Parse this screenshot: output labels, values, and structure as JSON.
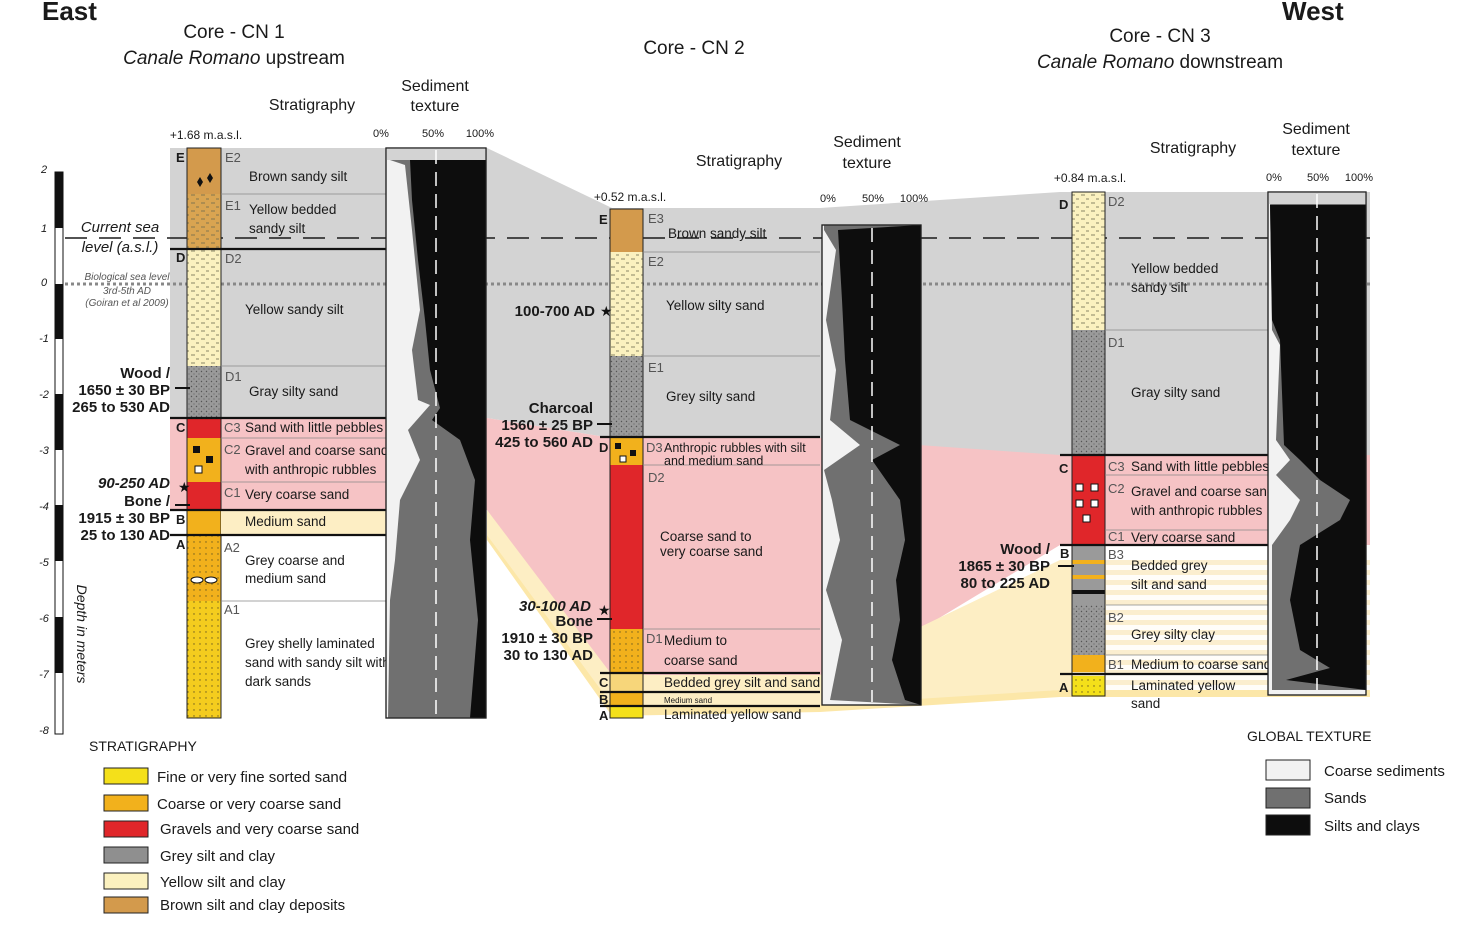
{
  "directions": {
    "east": "East",
    "west": "West"
  },
  "cores": [
    {
      "name": "Core - CN 1",
      "subtitle_italic": "Canale Romano",
      "subtitle_rest": " upstream",
      "elevation": "+1.68 m.a.s.l."
    },
    {
      "name": "Core - CN 2",
      "subtitle_italic": "",
      "subtitle_rest": "",
      "elevation": "+0.52 m.a.s.l."
    },
    {
      "name": "Core - CN 3",
      "subtitle_italic": "Canale Romano",
      "subtitle_rest": " downstream",
      "elevation": "+0.84 m.a.s.l."
    }
  ],
  "headers": {
    "stratigraphy": "Stratigraphy",
    "sediment_line1": "Sediment",
    "sediment_line2": "texture"
  },
  "percent_ticks": [
    "0%",
    "50%",
    "100%"
  ],
  "depth_axis": {
    "title": "Depth in meters",
    "ticks": [
      "2",
      "1",
      "0",
      "-1",
      "-2",
      "-3",
      "-4",
      "-5",
      "-6",
      "-7",
      "-8"
    ]
  },
  "sea_levels": {
    "current_line1": "Current sea",
    "current_line2": "level (a.s.l.)",
    "bio_line1": "Biological sea level",
    "bio_line2": "3rd-5th AD",
    "bio_line3": "(Goiran et al 2009)"
  },
  "units": {
    "E": "E",
    "D": "D",
    "C": "C",
    "B": "B",
    "A": "A"
  },
  "cn1_layers": [
    {
      "code": "E2",
      "desc": "Brown sandy silt"
    },
    {
      "code": "E1",
      "desc": "Yellow bedded",
      "desc2": "sandy silt"
    },
    {
      "code": "D2",
      "desc": "Yellow sandy silt"
    },
    {
      "code": "D1",
      "desc": "Gray silty sand"
    },
    {
      "code": "C3",
      "desc": "Sand with little pebbles"
    },
    {
      "code": "C2",
      "desc": "Gravel and coarse sand",
      "desc2": "with anthropic rubbles"
    },
    {
      "code": "C1",
      "desc": "Very coarse sand"
    },
    {
      "code": "",
      "desc": "Medium sand"
    },
    {
      "code": "A2",
      "desc": "Grey coarse and",
      "desc2": "medium sand"
    },
    {
      "code": "A1",
      "desc": "Grey shelly laminated",
      "desc2": "sand with sandy silt with",
      "desc3": "dark sands"
    }
  ],
  "cn2_layers": [
    {
      "code": "E3",
      "desc": "Brown sandy silt"
    },
    {
      "code": "E2",
      "desc": "Yellow silty sand"
    },
    {
      "code": "E1",
      "desc": "Grey silty sand"
    },
    {
      "code": "D3",
      "desc": "Anthropic rubbles with silt",
      "desc2": "and medium sand"
    },
    {
      "code": "D2",
      "desc": "Coarse sand to",
      "desc2": "very coarse sand"
    },
    {
      "code": "D1",
      "desc": "Medium to",
      "desc2": "coarse sand"
    },
    {
      "code": "",
      "desc": "Bedded grey silt and sand"
    },
    {
      "code": "",
      "desc": "Medium sand"
    },
    {
      "code": "",
      "desc": "Laminated yellow sand"
    }
  ],
  "cn3_layers": [
    {
      "code": "D2",
      "desc": "Yellow bedded",
      "desc2": "sandy silt"
    },
    {
      "code": "D1",
      "desc": "Gray silty sand"
    },
    {
      "code": "C3",
      "desc": "Sand with little pebbles"
    },
    {
      "code": "C2",
      "desc": "Gravel and coarse sand",
      "desc2": "with anthropic rubbles"
    },
    {
      "code": "C1",
      "desc": "Very coarse sand"
    },
    {
      "code": "B3",
      "desc": "Bedded grey",
      "desc2": "silt and sand"
    },
    {
      "code": "B2",
      "desc": "Grey silty clay"
    },
    {
      "code": "B1",
      "desc": "Medium to coarse sand"
    },
    {
      "code": "",
      "desc": "Laminated yellow",
      "desc2": "sand"
    }
  ],
  "dates": {
    "cn1_wood": [
      "Wood /",
      "1650 ± 30 BP",
      "265 to 530 AD"
    ],
    "cn1_range": "90-250 AD",
    "cn1_bone": [
      "Bone /",
      "1915 ± 30 BP",
      "25 to 130 AD"
    ],
    "cn2_range1": "100-700 AD",
    "cn2_charcoal": [
      "Charcoal",
      "1560 ± 25 BP",
      "425 to 560 AD"
    ],
    "cn2_range2": "30-100 AD",
    "cn2_bone": [
      "Bone",
      "1910 ± 30 BP",
      "30 to 130 AD"
    ],
    "cn3_wood": [
      "Wood /",
      "1865 ± 30 BP",
      "80 to 225 AD"
    ]
  },
  "legend_stratigraphy": {
    "title": "STRATIGRAPHY",
    "items": [
      {
        "label": "Fine or very fine sorted sand",
        "color": "#f4e01a"
      },
      {
        "label": "Coarse or very coarse sand",
        "color": "#f2b11c"
      },
      {
        "label": "Gravels and very coarse sand",
        "color": "#e0262a"
      },
      {
        "label": "Grey silt and clay",
        "color": "#8f8f8f"
      },
      {
        "label": "Yellow silt and clay",
        "color": "#fbf1bf"
      },
      {
        "label": "Brown silt and clay deposits",
        "color": "#d39a4c"
      }
    ]
  },
  "legend_texture": {
    "title": "GLOBAL TEXTURE",
    "items": [
      {
        "label": "Coarse sediments",
        "color": "#f2f2f2"
      },
      {
        "label": "Sands",
        "color": "#707070"
      },
      {
        "label": "Silts and clays",
        "color": "#0d0d0d"
      }
    ]
  }
}
